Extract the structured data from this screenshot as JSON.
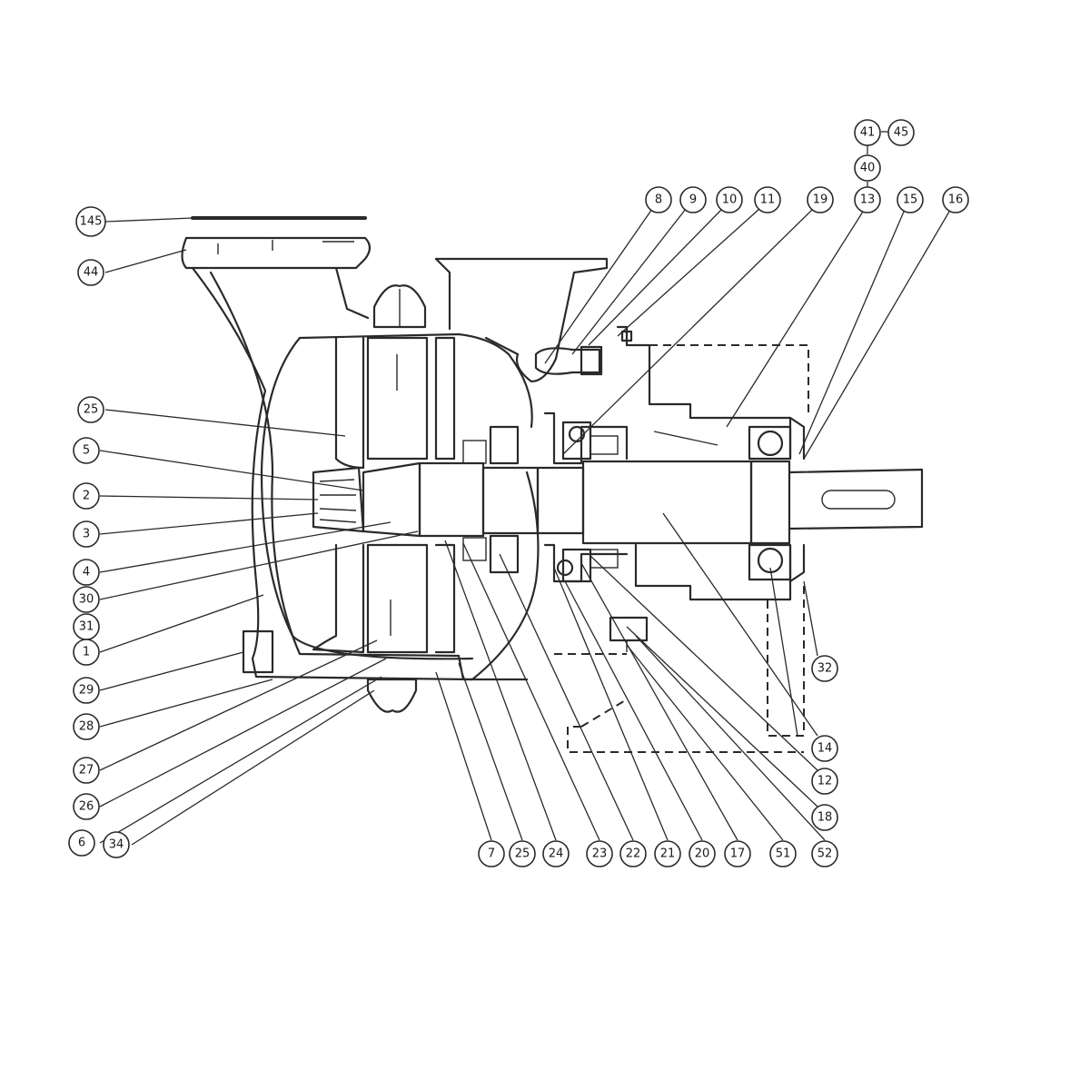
{
  "callouts": {
    "c145": "145",
    "c44": "44",
    "c25a": "25",
    "c5": "5",
    "c2": "2",
    "c3": "3",
    "c4": "4",
    "c30": "30",
    "c31": "31",
    "c1": "1",
    "c29": "29",
    "c28": "28",
    "c27": "27",
    "c26": "26",
    "c6": "6",
    "c34": "34",
    "c7": "7",
    "c25b": "25",
    "c24": "24",
    "c23": "23",
    "c22": "22",
    "c21": "21",
    "c20": "20",
    "c17": "17",
    "c51": "51",
    "c52": "52",
    "c18": "18",
    "c12": "12",
    "c14": "14",
    "c32": "32",
    "c8": "8",
    "c9": "9",
    "c10": "10",
    "c11": "11",
    "c19": "19",
    "c13": "13",
    "c15": "15",
    "c16": "16",
    "c40": "40",
    "c41": "41",
    "c45": "45"
  }
}
